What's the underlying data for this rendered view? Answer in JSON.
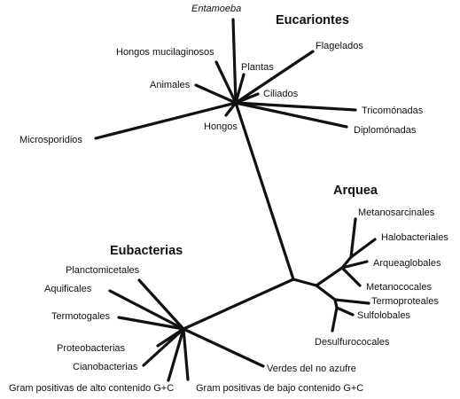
{
  "domains": {
    "eukarya": "Eucariontes",
    "archaea": "Arquea",
    "bacteria": "Eubacterias"
  },
  "leaves": {
    "entamoeba": "Entamoeba",
    "hongos_mucilaginosos": "Hongos mucilaginosos",
    "flagelados": "Flagelados",
    "plantas": "Plantas",
    "animales": "Animales",
    "ciliados": "Ciliados",
    "tricomonadas": "Tricomónadas",
    "diplomonadas": "Diplomónadas",
    "hongos": "Hongos",
    "microsporidios": "Microsporidios",
    "metanosarcinales": "Metanosarcinales",
    "halobacteriales": "Halobacteriales",
    "arqueaglobales": "Arqueaglobales",
    "metanococales": "Metanococales",
    "termoproteales": "Termoproteales",
    "sulfolobales": "Sulfolobales",
    "desulfurococales": "Desulfurococales",
    "planctomicetales": "Planctomicetales",
    "aquificales": "Aquificales",
    "termotogales": "Termotogales",
    "proteobacterias": "Proteobacterias",
    "cianobacterias": "Cianobacterias",
    "gram_alto": "Gram positivas de alto contenido G+C",
    "gram_bajo": "Gram positivas de bajo contenido G+C",
    "verdes_no_azufre": "Verdes del no azufre"
  }
}
